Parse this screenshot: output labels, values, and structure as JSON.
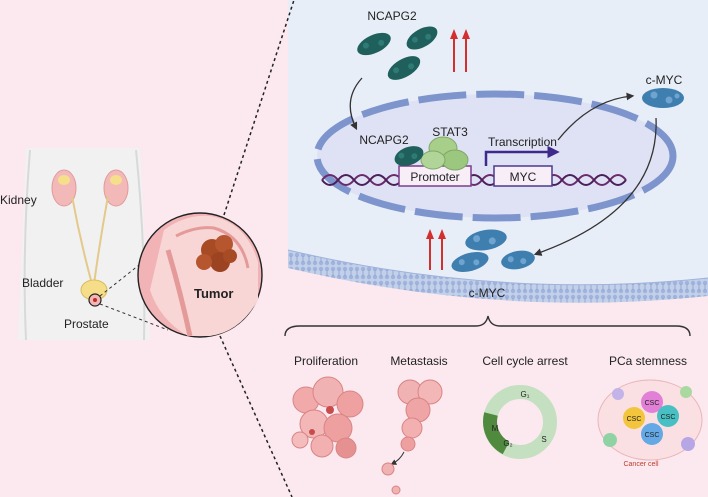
{
  "labels": {
    "kidney": "Kidney",
    "bladder": "Bladder",
    "prostate": "Prostate",
    "tumor": "Tumor",
    "ncapg2_top": "NCAPG2",
    "ncapg2_inner": "NCAPG2",
    "stat3": "STAT3",
    "transcription": "Transcription",
    "promoter": "Promoter",
    "myc_gene": "MYC",
    "cmyc_right": "c-MYC",
    "cmyc_bottom": "c-MYC",
    "outcome_proliferation": "Proliferation",
    "outcome_metastasis": "Metastasis",
    "outcome_cell_cycle": "Cell cycle arrest",
    "outcome_stemness": "PCa stemness",
    "phase_g1": "G₁",
    "phase_s": "S",
    "phase_g2": "G₂",
    "phase_m": "M",
    "csc1": "CSC",
    "csc2": "CSC",
    "csc3": "CSC",
    "csc4": "CSC",
    "cancer_cell": "Cancer cell"
  },
  "colors": {
    "background": "#fbe9ef",
    "cell_interior": "#e9eef8",
    "membrane": "#a9bbdc",
    "nucleus_fill": "#dfe2f4",
    "nucleus_envelope": "#7d95cc",
    "ncapg2_protein": "#1f5f5c",
    "stat3_protein": "#9cc77f",
    "cmyc_protein": "#3f7fb0",
    "dna": "#6b2a6b",
    "up_arrow": "#d32f2f",
    "tumor": "#b5562e",
    "cell_cycle_ring": "#c5e0c1",
    "csc_pink": "#e27fd6",
    "csc_yellow": "#f3c53c",
    "csc_teal": "#48c0c3",
    "csc_blue": "#64a8e6"
  },
  "icons": [
    "up-arrow-icon",
    "curved-arrow-icon",
    "dna-icon",
    "protein-icon",
    "cell-cluster-icon",
    "cell-cycle-icon"
  ]
}
